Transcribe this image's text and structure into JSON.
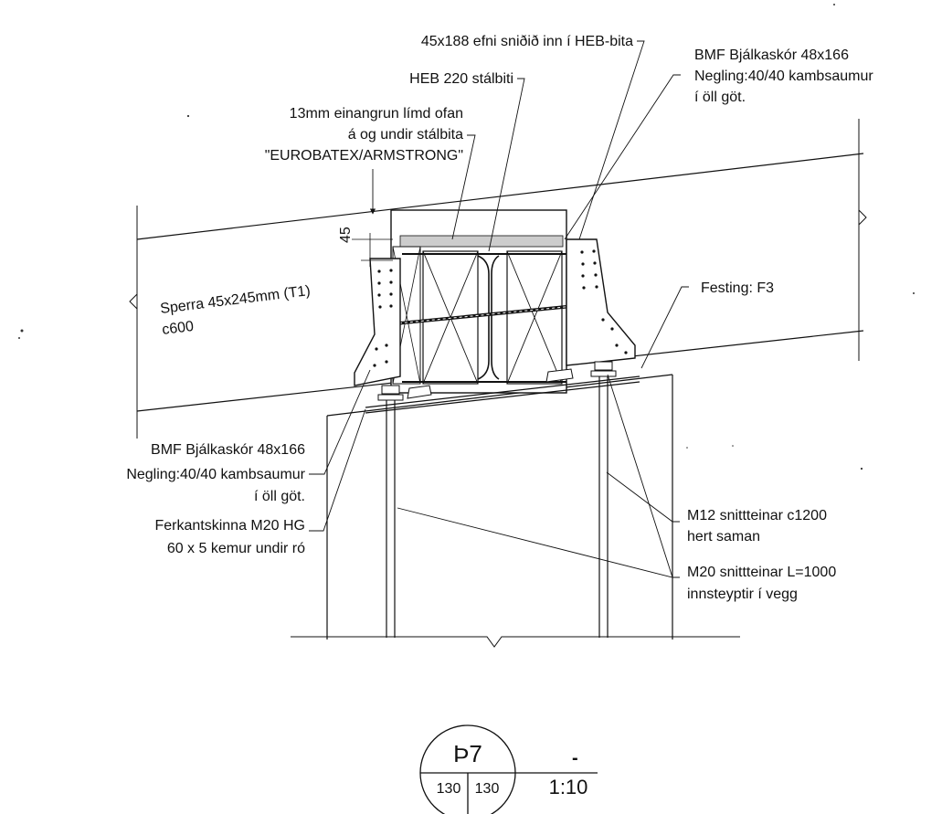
{
  "drawing": {
    "labels": {
      "heb_insert": "45x188 efni sniðið inn í HEB-bita",
      "heb_beam": "HEB 220 stálbiti",
      "insulation_1": "13mm einangrun límd ofan",
      "insulation_2": "á og undir stálbita",
      "insulation_3": "\"EUROBATEX/ARMSTRONG\"",
      "dim_45": "45",
      "rafter_1": "Sperra 45x245mm (T1)",
      "rafter_2": "c600",
      "hanger_top_1": "BMF Bjálkaskór 48x166",
      "hanger_top_2": "Negling:40/40 kambsaumur",
      "hanger_top_3": "í öll göt.",
      "fastener": "Festing: F3",
      "hanger_bot_1": "BMF Bjálkaskór 48x166",
      "hanger_bot_2": "Negling:40/40 kambsaumur",
      "hanger_bot_3": "í öll göt.",
      "washer_1": "Ferkantskinna M20 HG",
      "washer_2": "60 x 5 kemur undir ró",
      "m12_1": "M12 snittteinar c1200",
      "m12_2": "hert saman",
      "m20_1": "M20 snittteinar L=1000",
      "m20_2": "innsteyptir í vegg"
    }
  },
  "title_block": {
    "detail_id": "Þ7",
    "dash": "-",
    "sheet_left": "130",
    "sheet_right": "130",
    "scale": "1:10"
  }
}
